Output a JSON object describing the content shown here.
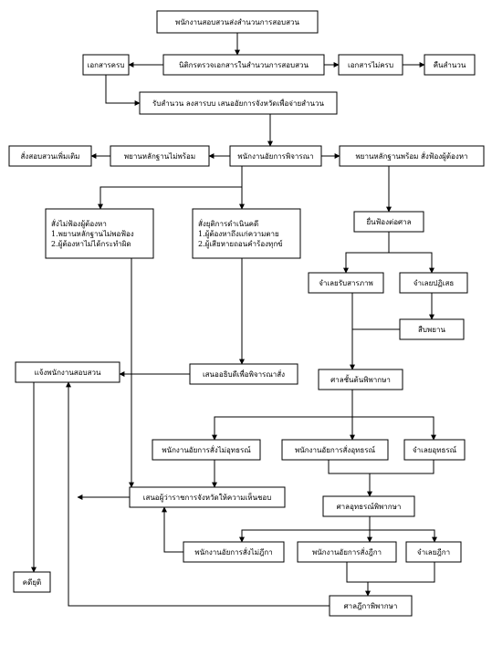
{
  "nodes": [
    {
      "id": "n1",
      "lines": [
        "พนักงานสอบสวนส่งสำนวนการสอบสวน"
      ]
    },
    {
      "id": "n2",
      "lines": [
        "นิติกรตรวจเอกสารในสำนวนการสอบสวน"
      ]
    },
    {
      "id": "n3",
      "lines": [
        "เอกสารครบ"
      ]
    },
    {
      "id": "n4",
      "lines": [
        "เอกสารไม่ครบ"
      ]
    },
    {
      "id": "n5",
      "lines": [
        "คืนสำนวน"
      ]
    },
    {
      "id": "n6",
      "lines": [
        "รับสำนวน ลงสารบบ เสนออัยการจังหวัดเพื่อจ่ายสำนวน"
      ]
    },
    {
      "id": "n7",
      "lines": [
        "สั่งสอบสวนเพิ่มเติม"
      ]
    },
    {
      "id": "n8",
      "lines": [
        "พยานหลักฐานไม่พร้อม"
      ]
    },
    {
      "id": "n9",
      "lines": [
        "พนักงานอัยการพิจารณา"
      ]
    },
    {
      "id": "n10",
      "lines": [
        "พยานหลักฐานพร้อม สั่งฟ้องผู้ต้องหา"
      ]
    },
    {
      "id": "n11",
      "lines": [
        "สั่งไม่ฟ้องผู้ต้องหา",
        "1.พยานหลักฐานไม่พอฟ้อง",
        "2.ผู้ต้องหาไม่ได้กระทำผิด"
      ]
    },
    {
      "id": "n12",
      "lines": [
        "สั่งยุติการดำเนินคดี",
        "1.ผู้ต้องหาถึงแก่ความตาย",
        "2.ผู้เสียหายถอนคำร้องทุกข์"
      ]
    },
    {
      "id": "n13",
      "lines": [
        "ยื่นฟ้องต่อศาล"
      ]
    },
    {
      "id": "n14",
      "lines": [
        "จำเลยรับสารภาพ"
      ]
    },
    {
      "id": "n15",
      "lines": [
        "จำเลยปฏิเสธ"
      ]
    },
    {
      "id": "n16",
      "lines": [
        "สืบพยาน"
      ]
    },
    {
      "id": "n17",
      "lines": [
        "แจ้งพนักงานสอบสวน"
      ]
    },
    {
      "id": "n18",
      "lines": [
        "เสนออธิบดีเพื่อพิจารณาสั่ง"
      ]
    },
    {
      "id": "n19",
      "lines": [
        "ศาลชั้นต้นพิพากษา"
      ]
    },
    {
      "id": "n20",
      "lines": [
        "พนักงานอัยการสั่งไม่อุทธรณ์"
      ]
    },
    {
      "id": "n21",
      "lines": [
        "พนักงานอัยการสั่งอุทธรณ์"
      ]
    },
    {
      "id": "n22",
      "lines": [
        "จำเลยอุทธรณ์"
      ]
    },
    {
      "id": "n23",
      "lines": [
        "เสนอผู้ว่าราชการจังหวัดให้ความเห็นชอบ"
      ]
    },
    {
      "id": "n24",
      "lines": [
        "ศาลอุทธรณ์พิพากษา"
      ]
    },
    {
      "id": "n25",
      "lines": [
        "พนักงานอัยการสั่งไม่ฎีกา"
      ]
    },
    {
      "id": "n26",
      "lines": [
        "พนักงานอัยการสั่งฎีกา"
      ]
    },
    {
      "id": "n27",
      "lines": [
        "จำเลยฎีกา"
      ]
    },
    {
      "id": "n28",
      "lines": [
        "คดียุติ"
      ]
    },
    {
      "id": "n29",
      "lines": [
        "ศาลฎีกาพิพากษา"
      ]
    }
  ]
}
